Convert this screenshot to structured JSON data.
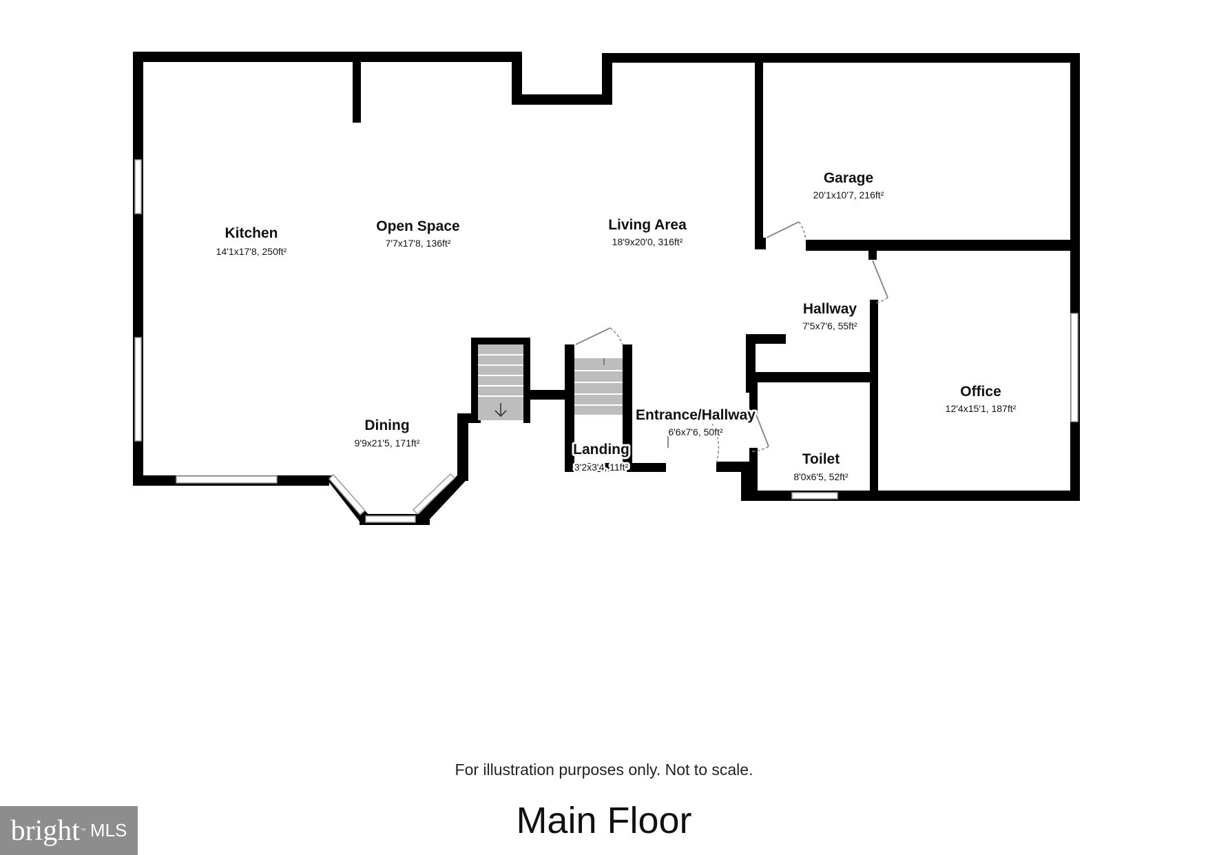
{
  "rooms": {
    "kitchen": {
      "name": "Kitchen",
      "dims": "14'1x17'8, 250ft²"
    },
    "open_space": {
      "name": "Open Space",
      "dims": "7'7x17'8, 136ft²"
    },
    "living_area": {
      "name": "Living Area",
      "dims": "18'9x20'0, 316ft²"
    },
    "garage": {
      "name": "Garage",
      "dims": "20'1x10'7, 216ft²"
    },
    "hallway": {
      "name": "Hallway",
      "dims": "7'5x7'6, 55ft²"
    },
    "office": {
      "name": "Office",
      "dims": "12'4x15'1, 187ft²"
    },
    "dining": {
      "name": "Dining",
      "dims": "9'9x21'5, 171ft²"
    },
    "entrance_hallway": {
      "name": "Entrance/Hallway",
      "dims": "6'6x7'6, 50ft²"
    },
    "landing": {
      "name": "Landing",
      "dims": "3'2x3'4, 11ft²"
    },
    "toilet": {
      "name": "Toilet",
      "dims": "8'0x6'5, 52ft²"
    }
  },
  "disclaimer": "For illustration purposes only. Not to scale.",
  "floor_title": "Main Floor",
  "logo": {
    "brand": "bright",
    "suffix": "MLS",
    "tm": "™"
  }
}
